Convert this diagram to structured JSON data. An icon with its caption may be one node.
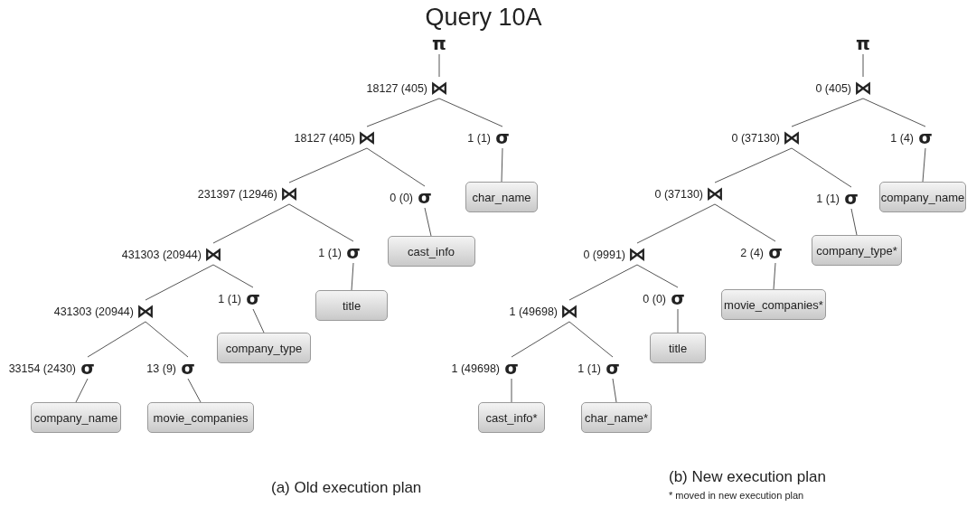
{
  "diagram": {
    "title": "Query 10A",
    "nodes": [
      {
        "text": [
          "π"
        ]
      },
      {
        "text": [
          "⋈"
        ],
        "beside": [
          "18127 (405)"
        ]
      },
      {
        "text": [
          "⋈"
        ],
        "beside": [
          "18127 (405)"
        ]
      },
      {
        "text": [
          "σ"
        ],
        "beside": [
          "1 (1)"
        ]
      },
      {
        "text": [
          "char_name"
        ]
      },
      {
        "text": [
          "⋈"
        ],
        "beside": [
          "231397 (12946)"
        ]
      },
      {
        "text": [
          "σ"
        ],
        "beside": [
          "0 (0)"
        ]
      },
      {
        "text": [
          "cast_info"
        ]
      },
      {
        "text": [
          "⋈"
        ],
        "beside": [
          "431303 (20944)"
        ]
      },
      {
        "text": [
          "σ"
        ],
        "beside": [
          "1 (1)"
        ]
      },
      {
        "text": [
          "title"
        ]
      },
      {
        "text": [
          "⋈"
        ],
        "beside": [
          "431303 (20944)"
        ]
      },
      {
        "text": [
          "σ"
        ],
        "beside": [
          "1 (1)"
        ]
      },
      {
        "text": [
          "company_type"
        ]
      },
      {
        "text": [
          "σ"
        ],
        "beside": [
          "33154 (2430)"
        ]
      },
      {
        "text": [
          "σ"
        ],
        "beside": [
          "13 (9)"
        ]
      },
      {
        "text": [
          "company_name"
        ]
      },
      {
        "text": [
          "movie_companies"
        ]
      },
      {
        "text": [
          "π"
        ]
      },
      {
        "text": [
          "⋈"
        ],
        "beside": [
          "0 (405)"
        ]
      },
      {
        "text": [
          "⋈"
        ],
        "beside": [
          "0 (37130)"
        ]
      },
      {
        "text": [
          "σ"
        ],
        "beside": [
          "1 (4)"
        ]
      },
      {
        "text": [
          "company_name"
        ]
      },
      {
        "text": [
          "⋈"
        ],
        "beside": [
          "0 (37130)"
        ]
      },
      {
        "text": [
          "σ"
        ],
        "beside": [
          "1 (1)"
        ]
      },
      {
        "text": [
          "company_type*"
        ]
      },
      {
        "text": [
          "⋈"
        ],
        "beside": [
          "0 (9991)"
        ]
      },
      {
        "text": [
          "σ"
        ],
        "beside": [
          "2 (4)"
        ]
      },
      {
        "text": [
          "movie_companies*"
        ]
      },
      {
        "text": [
          "⋈"
        ],
        "beside": [
          "1 (49698)"
        ]
      },
      {
        "text": [
          "σ"
        ],
        "beside": [
          "0 (0)"
        ]
      },
      {
        "text": [
          "title"
        ]
      },
      {
        "text": [
          "σ"
        ],
        "beside": [
          "1 (49698)"
        ]
      },
      {
        "text": [
          "σ"
        ],
        "beside": [
          "1 (1)"
        ]
      },
      {
        "text": [
          "cast_info*"
        ]
      },
      {
        "text": [
          "char_name*"
        ]
      }
    ],
    "edges": [
      {
        "from": 0,
        "to": 1,
        "arrow": "none"
      },
      {
        "from": 1,
        "to": 2,
        "arrow": "none"
      },
      {
        "from": 1,
        "to": 3,
        "arrow": "none"
      },
      {
        "from": 3,
        "to": 4,
        "arrow": "none"
      },
      {
        "from": 2,
        "to": 5,
        "arrow": "none"
      },
      {
        "from": 2,
        "to": 6,
        "arrow": "none"
      },
      {
        "from": 6,
        "to": 7,
        "arrow": "none"
      },
      {
        "from": 5,
        "to": 8,
        "arrow": "none"
      },
      {
        "from": 5,
        "to": 9,
        "arrow": "none"
      },
      {
        "from": 9,
        "to": 10,
        "arrow": "none"
      },
      {
        "from": 8,
        "to": 11,
        "arrow": "none"
      },
      {
        "from": 8,
        "to": 12,
        "arrow": "none"
      },
      {
        "from": 12,
        "to": 13,
        "arrow": "none"
      },
      {
        "from": 11,
        "to": 14,
        "arrow": "none"
      },
      {
        "from": 11,
        "to": 15,
        "arrow": "none"
      },
      {
        "from": 14,
        "to": 16,
        "arrow": "none"
      },
      {
        "from": 15,
        "to": 17,
        "arrow": "none"
      },
      {
        "from": 18,
        "to": 19,
        "arrow": "none"
      },
      {
        "from": 19,
        "to": 20,
        "arrow": "none"
      },
      {
        "from": 19,
        "to": 21,
        "arrow": "none"
      },
      {
        "from": 21,
        "to": 22,
        "arrow": "none"
      },
      {
        "from": 20,
        "to": 23,
        "arrow": "none"
      },
      {
        "from": 20,
        "to": 24,
        "arrow": "none"
      },
      {
        "from": 24,
        "to": 25,
        "arrow": "none"
      },
      {
        "from": 23,
        "to": 26,
        "arrow": "none"
      },
      {
        "from": 23,
        "to": 27,
        "arrow": "none"
      },
      {
        "from": 27,
        "to": 28,
        "arrow": "none"
      },
      {
        "from": 26,
        "to": 29,
        "arrow": "none"
      },
      {
        "from": 26,
        "to": 30,
        "arrow": "none"
      },
      {
        "from": 30,
        "to": 31,
        "arrow": "none"
      },
      {
        "from": 29,
        "to": 32,
        "arrow": "none"
      },
      {
        "from": 29,
        "to": 33,
        "arrow": "none"
      },
      {
        "from": 32,
        "to": 34,
        "arrow": "none"
      },
      {
        "from": 33,
        "to": 35,
        "arrow": "none"
      }
    ],
    "labels": [
      "(a) Old execution plan",
      "(b) New execution plan",
      "* moved in new execution plan"
    ]
  }
}
